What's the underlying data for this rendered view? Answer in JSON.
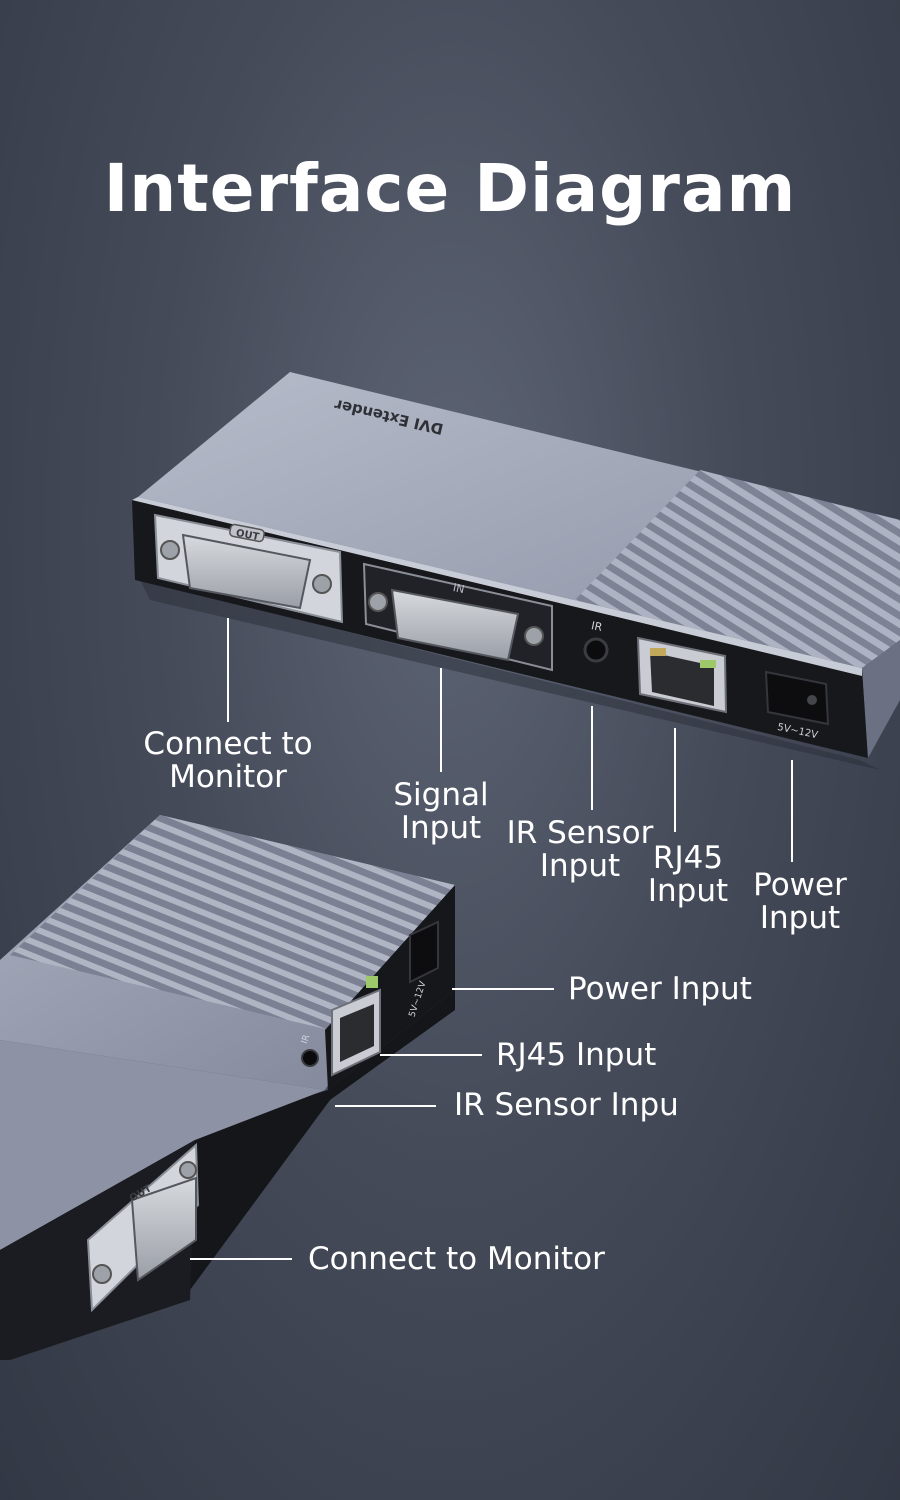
{
  "title": "Interface Diagram",
  "device": {
    "top_text": "DVI Extender",
    "out_tag": "OUT",
    "in_tag": "IN",
    "ir_tag": "IR",
    "power_tag": "5V~12V"
  },
  "labels_top": {
    "connect_monitor": [
      "Connect to",
      "Monitor"
    ],
    "signal_input": [
      "Signal",
      "Input"
    ],
    "ir_sensor_input": [
      "IR Sensor",
      "Input"
    ],
    "rj45_input": [
      "RJ45",
      "Input"
    ],
    "power_input": [
      "Power",
      "Input"
    ]
  },
  "labels_bottom": {
    "power_input": "Power Input",
    "rj45_input": "RJ45 Input",
    "ir_sensor_input": "IR Sensor Inpu",
    "connect_monitor": "Connect to Monitor"
  },
  "colors": {
    "background": "#454b59",
    "device_body": "#9ea4b6",
    "panel": "#1a1b20",
    "text": "#ffffff"
  }
}
